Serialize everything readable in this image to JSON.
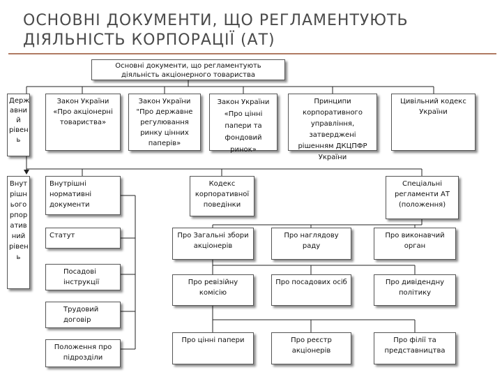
{
  "title": "ОСНОВНІ ДОКУМЕНТИ, ЩО РЕГЛАМЕНТУЮТЬ ДІЯЛЬНІСТЬ КОРПОРАЦІЇ (АТ)",
  "root": "Основні документи, що регламентують діяльність акціонерного товариства",
  "levels": {
    "state": "Держ авни й рівен ь",
    "internal": "Внут рішн ього рпор атив ний рівен ь"
  },
  "state_docs": [
    "Закон України «Про акціонерні товариства»",
    "Закон України \"Про державне регулювання ринку цінних паперів»",
    "Закон України «Про цінні папери та фондовий ринок»",
    "Принципи корпоративного управління, затверджені рішенням ДКЦПФР України",
    "Цивільний кодекс України"
  ],
  "internal_heads": {
    "normative": "Внутрішні нормативні документи",
    "code": "Кодекс корпоративної поведінки",
    "special": "Спеціальні регламенти АТ (положення)"
  },
  "normative_docs": [
    "Статут",
    "Посадові інструкції",
    "Трудовий договір",
    "Положення про підрозділи"
  ],
  "regulations": [
    "Про Загальні збори акціонерів",
    "Про наглядову раду",
    "Про виконавчий орган",
    "Про ревізійну комісію",
    "Про посадових осіб",
    "Про дивідендну політику",
    "Про цінні папери",
    "Про реєстр акціонерів",
    "Про філії та представництва"
  ]
}
